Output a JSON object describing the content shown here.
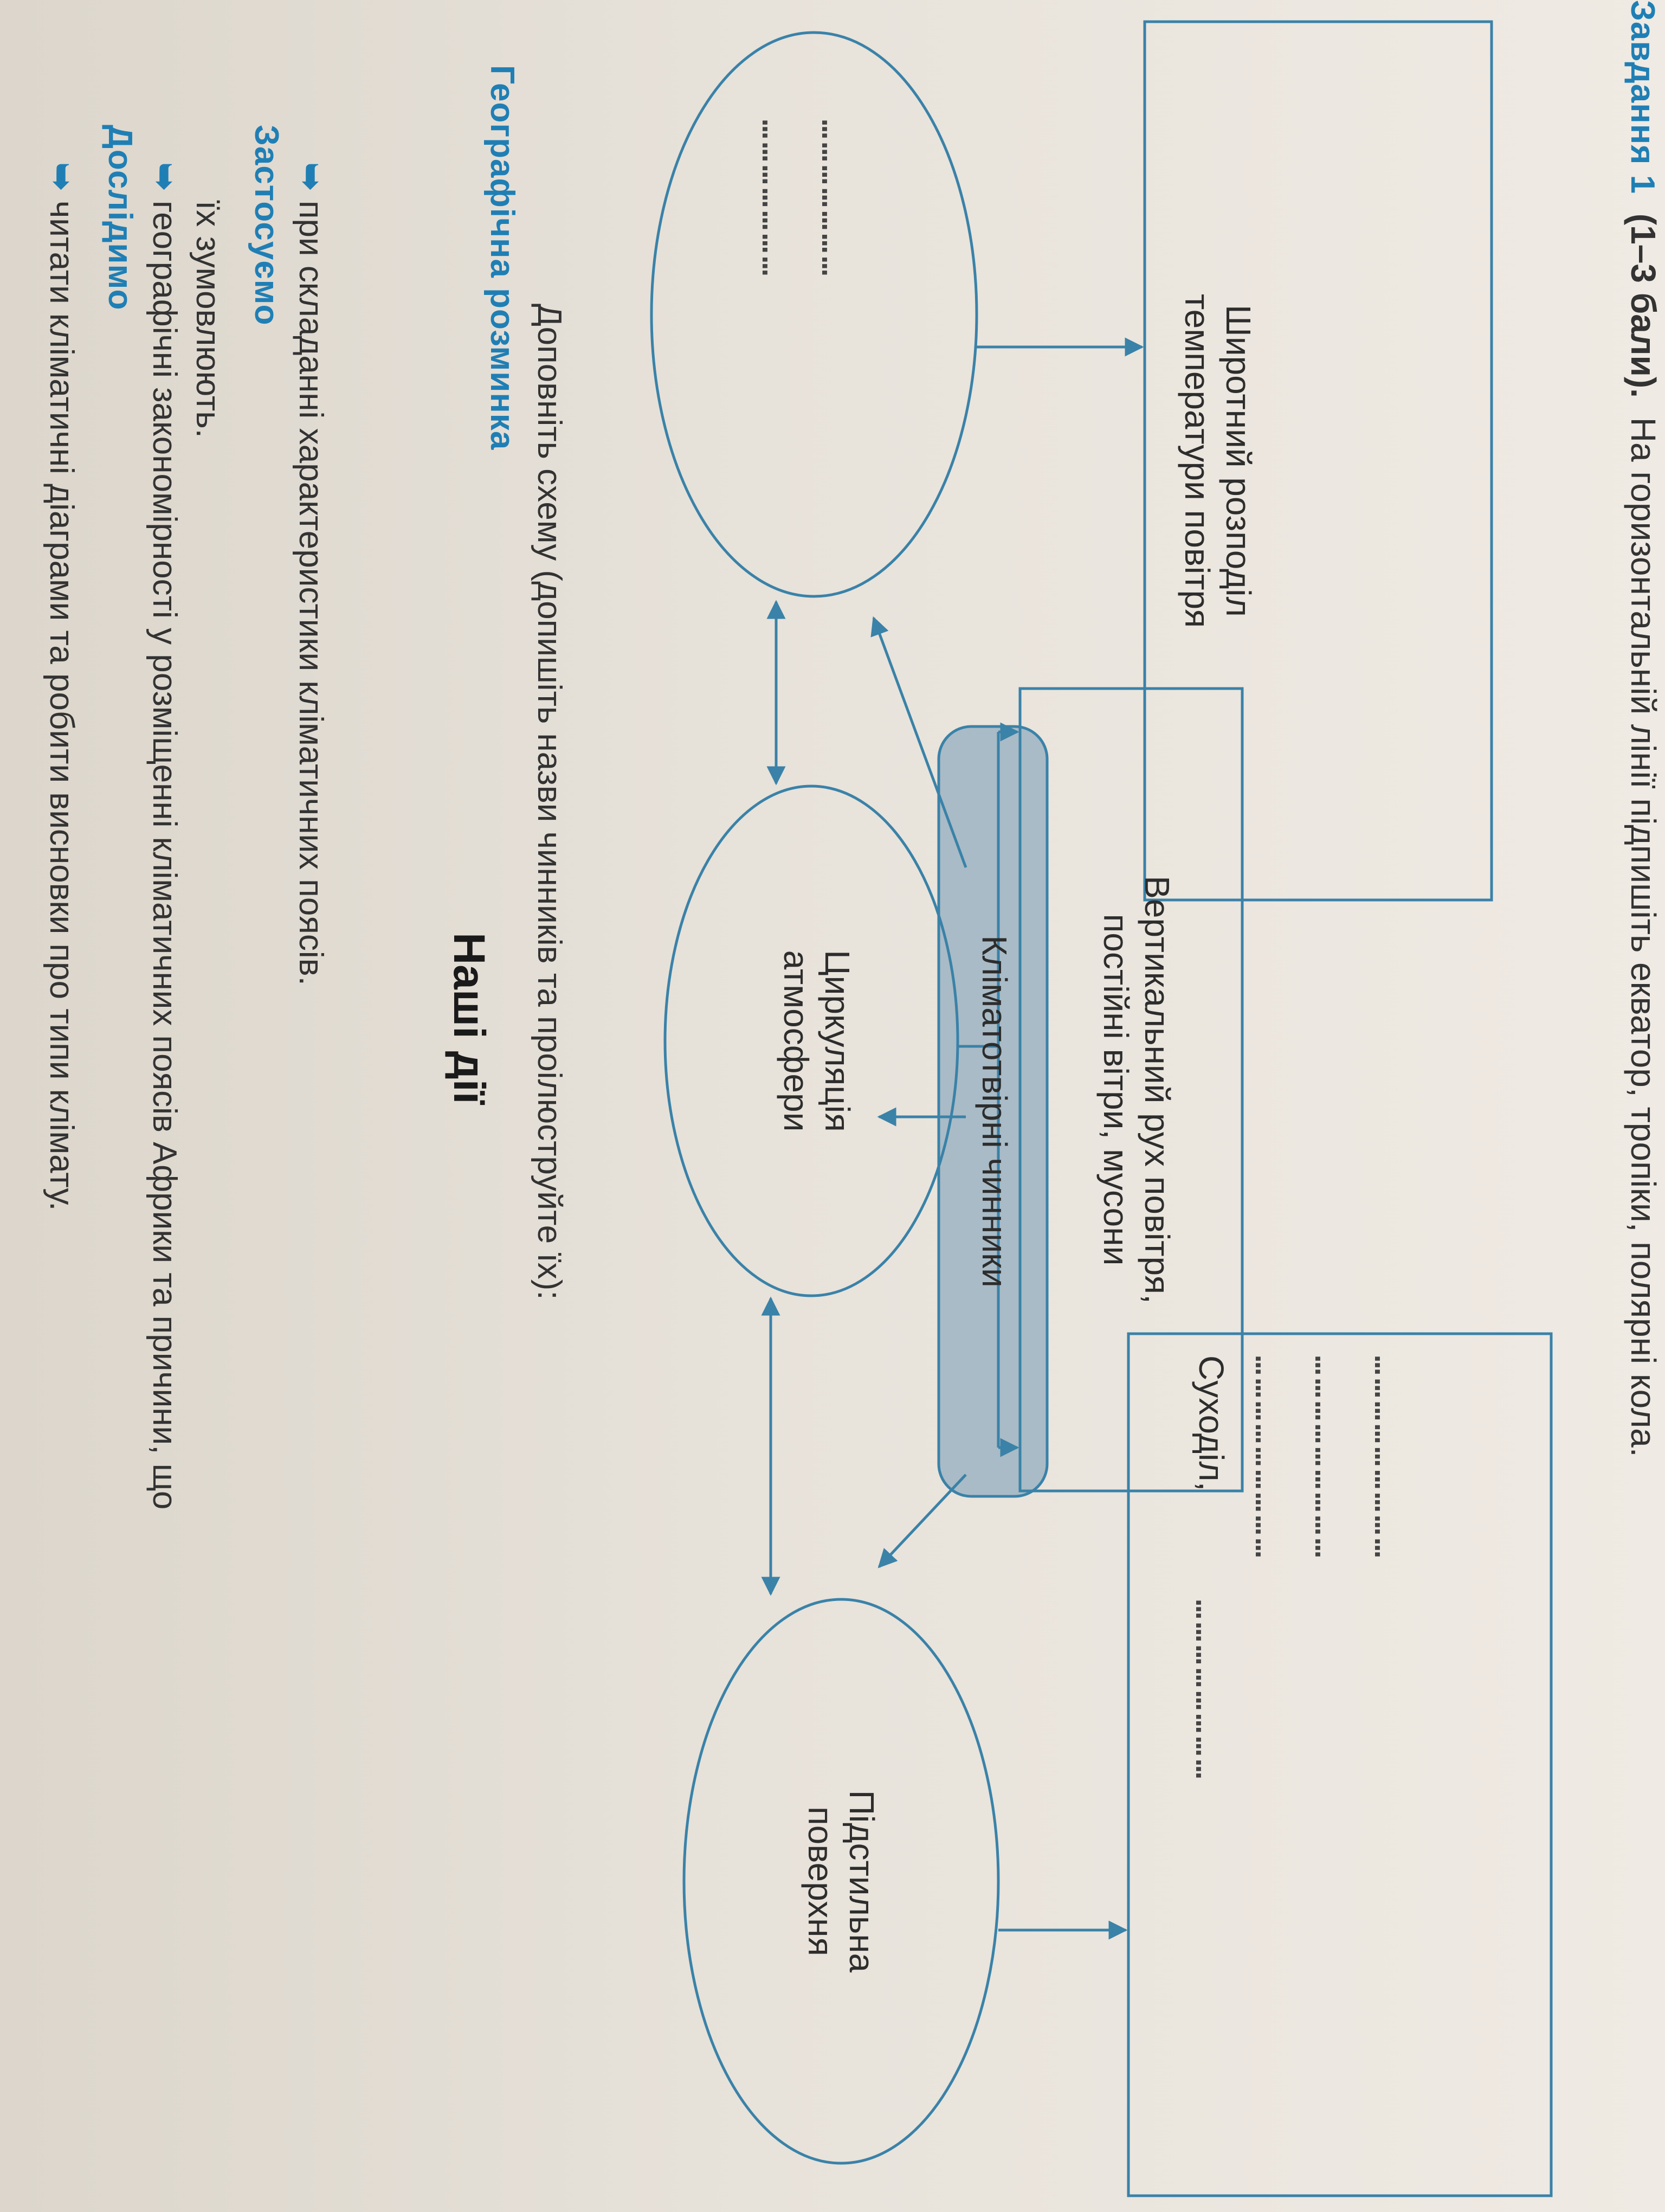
{
  "top_line": "читати кліматичні діаграми та робити висновки про типи клімату.",
  "research": {
    "heading": "Дослідимо",
    "line1": "географічні закономірності у розміщенні кліматичних поясів Африки та причини, що",
    "line2": "їх зумовлюють."
  },
  "apply": {
    "heading": "Застосуємо",
    "line1": "при складанні характеристики кліматичних поясів."
  },
  "section_title": "Наші дії",
  "warmup": {
    "heading": "Географічна розминка",
    "instruction": "Доповніть схему (допишіть назви чинників та проілюструйте їх):"
  },
  "diagram": {
    "root": "Кліматотвірні чинники",
    "left_ellipse_dots": [
      "…………………",
      "…………………"
    ],
    "center_ellipse": [
      "Циркуляція",
      "атмосфери"
    ],
    "right_ellipse": [
      "Підстильна",
      "поверхня"
    ],
    "left_box": [
      "Широтний розподіл",
      "температури повітря"
    ],
    "center_box": [
      "Вертикальний рух повітря,",
      "постійні вітри, мусони"
    ],
    "right_box_title": "Суходіл,",
    "right_box_dots": [
      "……………………",
      "………………………",
      "………………………",
      "………………………"
    ]
  },
  "bottom_line": {
    "task": "Завдання 1",
    "points": "(1–3 бали).",
    "text": "На горизонтальній лінії підпишіть екватор, тропіки, полярні кола."
  },
  "colors": {
    "accent": "#1f7fb5",
    "root_fill": "#a9bbc6",
    "stroke": "#3a82a8"
  }
}
